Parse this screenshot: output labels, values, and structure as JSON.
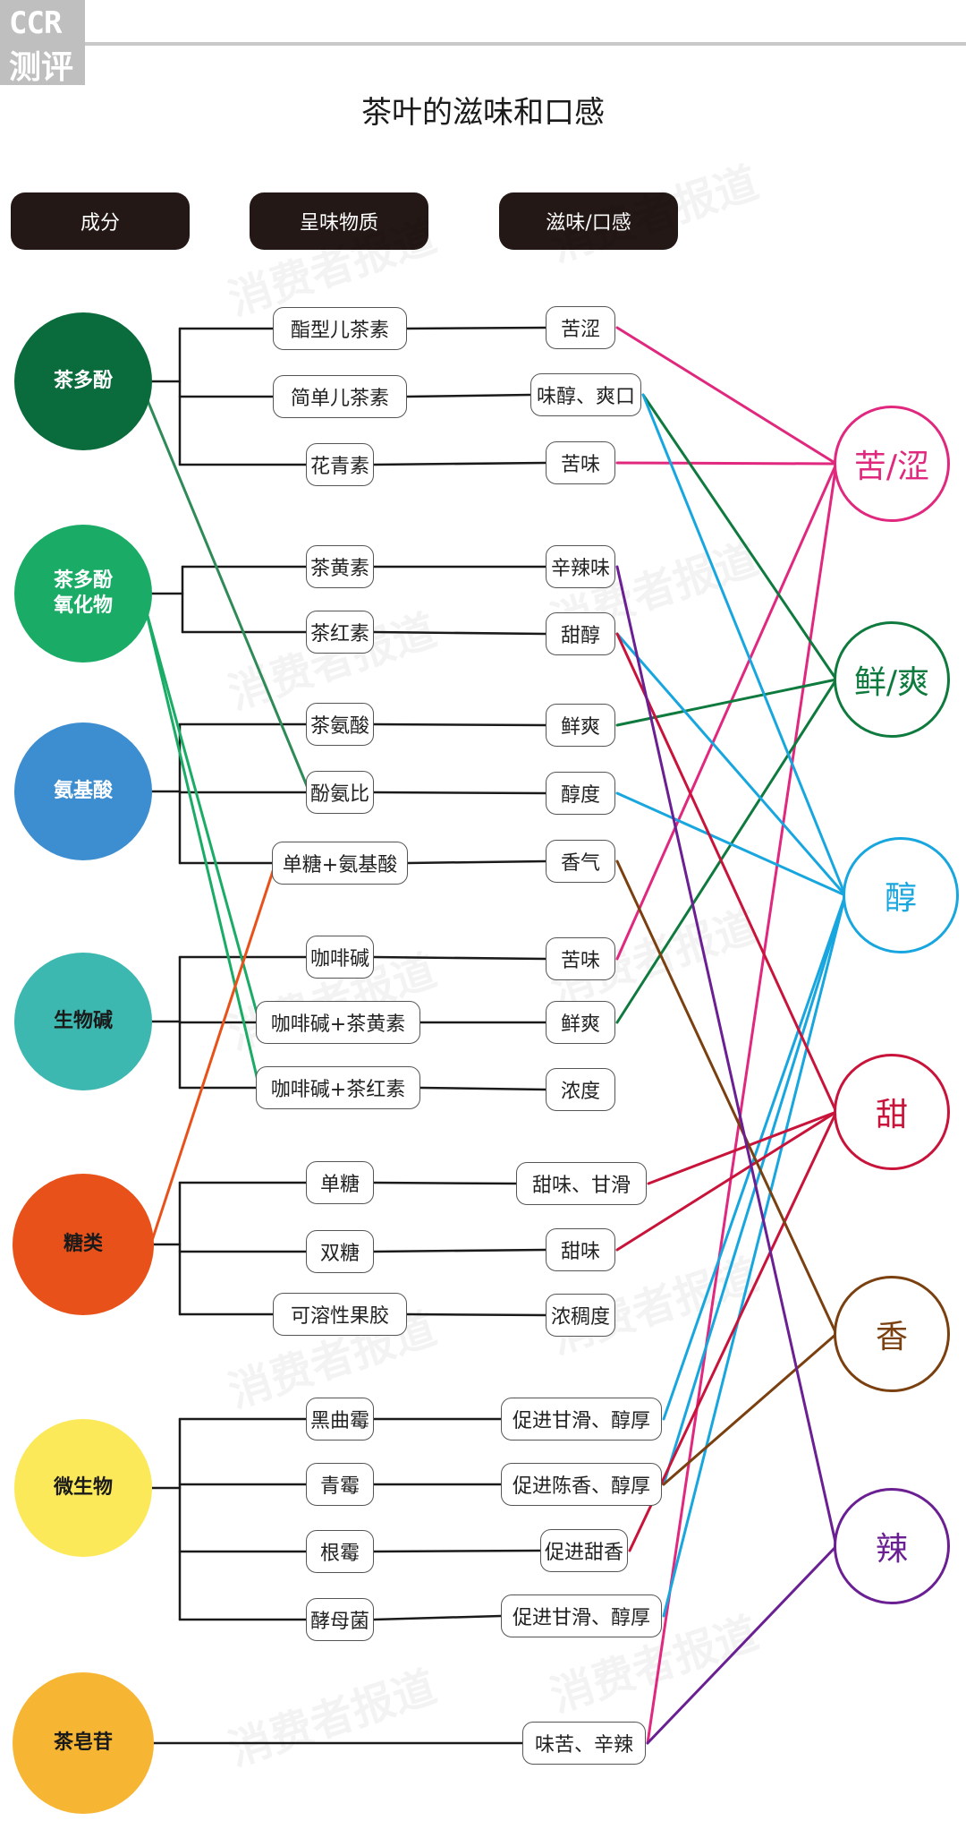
{
  "logo": {
    "line1": "CCR",
    "line2": "测评"
  },
  "title": "茶叶的滋味和口感",
  "headers": [
    "成分",
    "呈味物质",
    "滋味/口感"
  ],
  "watermark": "消费者报道",
  "components": [
    {
      "label": "茶多酚",
      "color": "#0a6b3c",
      "text_color": "#ffffff"
    },
    {
      "label": "茶多酚\n氧化物",
      "color": "#1aac66",
      "text_color": "#ffffff"
    },
    {
      "label": "氨基酸",
      "color": "#3d8ed0",
      "text_color": "#ffffff"
    },
    {
      "label": "生物碱",
      "color": "#3db8b0",
      "text_color": "#1a1a1a"
    },
    {
      "label": "糖类",
      "color": "#e8521a",
      "text_color": "#1a1a1a"
    },
    {
      "label": "微生物",
      "color": "#fbe95a",
      "text_color": "#1a1a1a"
    },
    {
      "label": "茶皂苷",
      "color": "#f6b633",
      "text_color": "#1a1a1a"
    }
  ],
  "substances": [
    "酯型儿茶素",
    "简单儿茶素",
    "花青素",
    "茶黄素",
    "茶红素",
    "茶氨酸",
    "酚氨比",
    "单糖+氨基酸",
    "咖啡碱",
    "咖啡碱+茶黄素",
    "咖啡碱+茶红素",
    "单糖",
    "双糖",
    "可溶性果胶",
    "黑曲霉",
    "青霉",
    "根霉",
    "酵母菌"
  ],
  "tastes": [
    "苦涩",
    "味醇、爽口",
    "苦味",
    "辛辣味",
    "甜醇",
    "鲜爽",
    "醇度",
    "香气",
    "苦味",
    "鲜爽",
    "浓度",
    "甜味、甘滑",
    "甜味",
    "浓稠度",
    "促进甘滑、醇厚",
    "促进陈香、醇厚",
    "促进甜香",
    "促进甘滑、醇厚",
    "味苦、辛辣"
  ],
  "categories": [
    {
      "label": "苦/涩",
      "color": "#e0287e"
    },
    {
      "label": "鲜/爽",
      "color": "#0f7a3e"
    },
    {
      "label": "醇",
      "color": "#18a6df"
    },
    {
      "label": "甜",
      "color": "#c8143a"
    },
    {
      "label": "香",
      "color": "#7b4010"
    },
    {
      "label": "辣",
      "color": "#6a1f92"
    }
  ]
}
